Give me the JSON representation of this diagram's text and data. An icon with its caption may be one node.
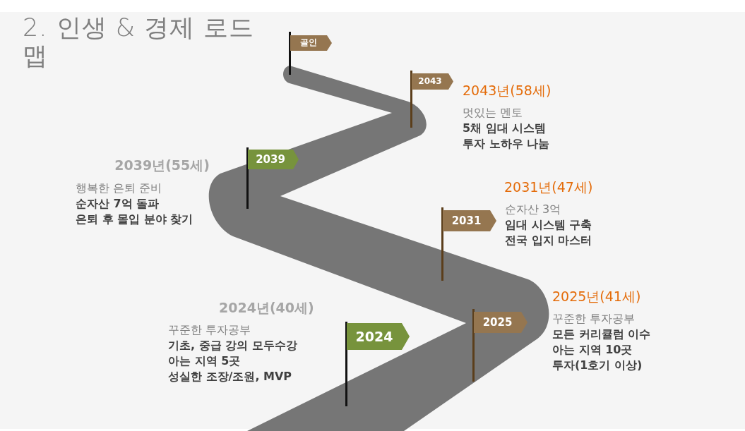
{
  "diagram": {
    "title": "2. 인생 & 경제 로드맵",
    "nodes": [
      {
        "text": [
          "골인"
        ]
      },
      {
        "text": [
          "2043"
        ],
        "beside": [
          "2043년(58세)",
          "멋있는 멘토",
          "5채 임대 시스템",
          "투자 노하우 나눔"
        ]
      },
      {
        "text": [
          "2039"
        ],
        "beside": [
          "2039년(55세)",
          "행복한 은퇴 준비",
          "순자산 7억 돌파",
          "은퇴 후 몰입 분야 찾기"
        ]
      },
      {
        "text": [
          "2031"
        ],
        "beside": [
          "2031년(47세)",
          "순자산 3억",
          "임대 시스템 구축",
          "전국 입지 마스터"
        ]
      },
      {
        "text": [
          "2025"
        ],
        "beside": [
          "2025년(41세)",
          "꾸준한 투자공부",
          "모든 커리큘럼 이수",
          "아는 지역 10곳",
          "투자(1호기 이상)"
        ]
      },
      {
        "text": [
          "2024"
        ],
        "beside": [
          "2024년(40세)",
          "꾸준한 투자공부",
          "기초, 중급 강의 모두수강",
          "아는 지역 5곳",
          "성실한 조장/조원, MVP"
        ]
      }
    ]
  }
}
